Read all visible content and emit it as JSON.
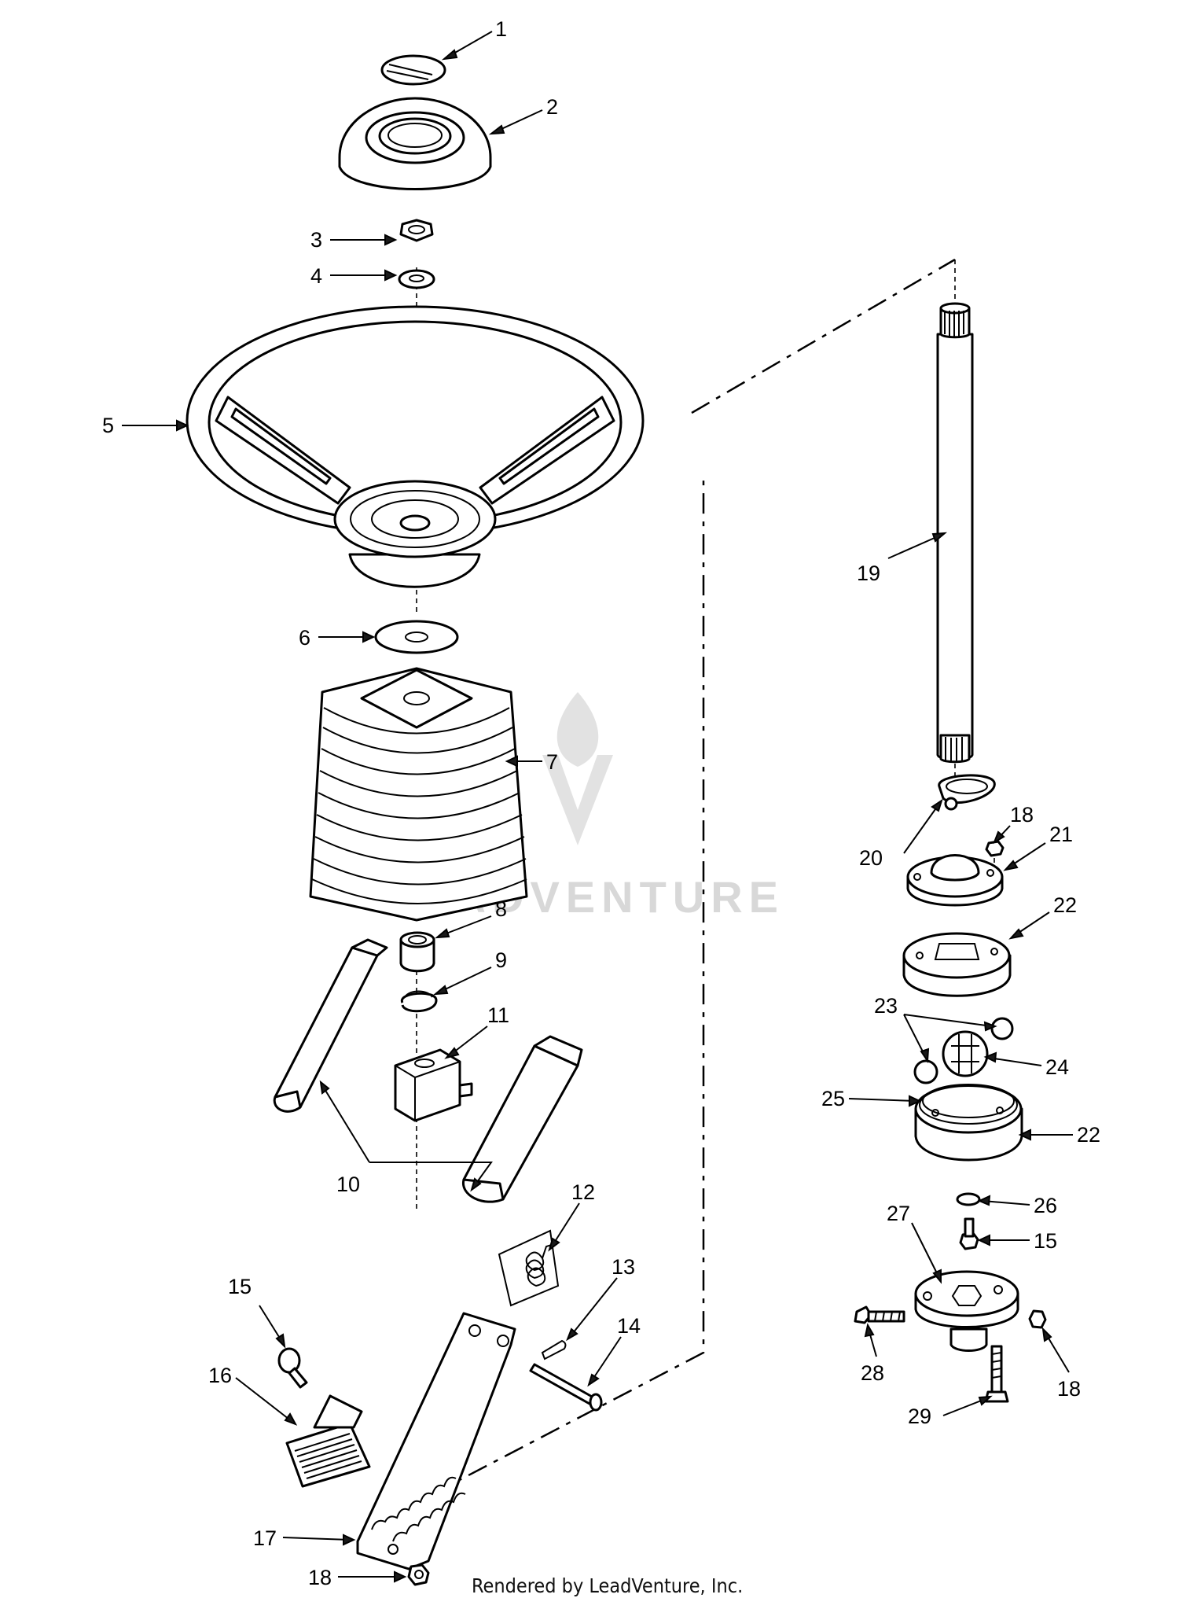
{
  "diagram": {
    "labels": [
      {
        "id": "c1",
        "text": "1"
      },
      {
        "id": "c2",
        "text": "2"
      },
      {
        "id": "c3",
        "text": "3"
      },
      {
        "id": "c4",
        "text": "4"
      },
      {
        "id": "c5",
        "text": "5"
      },
      {
        "id": "c6",
        "text": "6"
      },
      {
        "id": "c7",
        "text": "7"
      },
      {
        "id": "c8",
        "text": "8"
      },
      {
        "id": "c9",
        "text": "9"
      },
      {
        "id": "c10",
        "text": "10"
      },
      {
        "id": "c11",
        "text": "11"
      },
      {
        "id": "c12",
        "text": "12"
      },
      {
        "id": "c13",
        "text": "13"
      },
      {
        "id": "c14",
        "text": "14"
      },
      {
        "id": "c15a",
        "text": "15"
      },
      {
        "id": "c16",
        "text": "16"
      },
      {
        "id": "c17",
        "text": "17"
      },
      {
        "id": "c18a",
        "text": "18"
      },
      {
        "id": "c19",
        "text": "19"
      },
      {
        "id": "c20",
        "text": "20"
      },
      {
        "id": "c18b",
        "text": "18"
      },
      {
        "id": "c21",
        "text": "21"
      },
      {
        "id": "c22a",
        "text": "22"
      },
      {
        "id": "c23",
        "text": "23"
      },
      {
        "id": "c24",
        "text": "24"
      },
      {
        "id": "c25",
        "text": "25"
      },
      {
        "id": "c22b",
        "text": "22"
      },
      {
        "id": "c26",
        "text": "26"
      },
      {
        "id": "c15b",
        "text": "15"
      },
      {
        "id": "c27",
        "text": "27"
      },
      {
        "id": "c28",
        "text": "28"
      },
      {
        "id": "c18c",
        "text": "18"
      },
      {
        "id": "c29",
        "text": "29"
      }
    ],
    "watermark": "LEADVENTURE",
    "footer": "Rendered by LeadVenture, Inc."
  }
}
